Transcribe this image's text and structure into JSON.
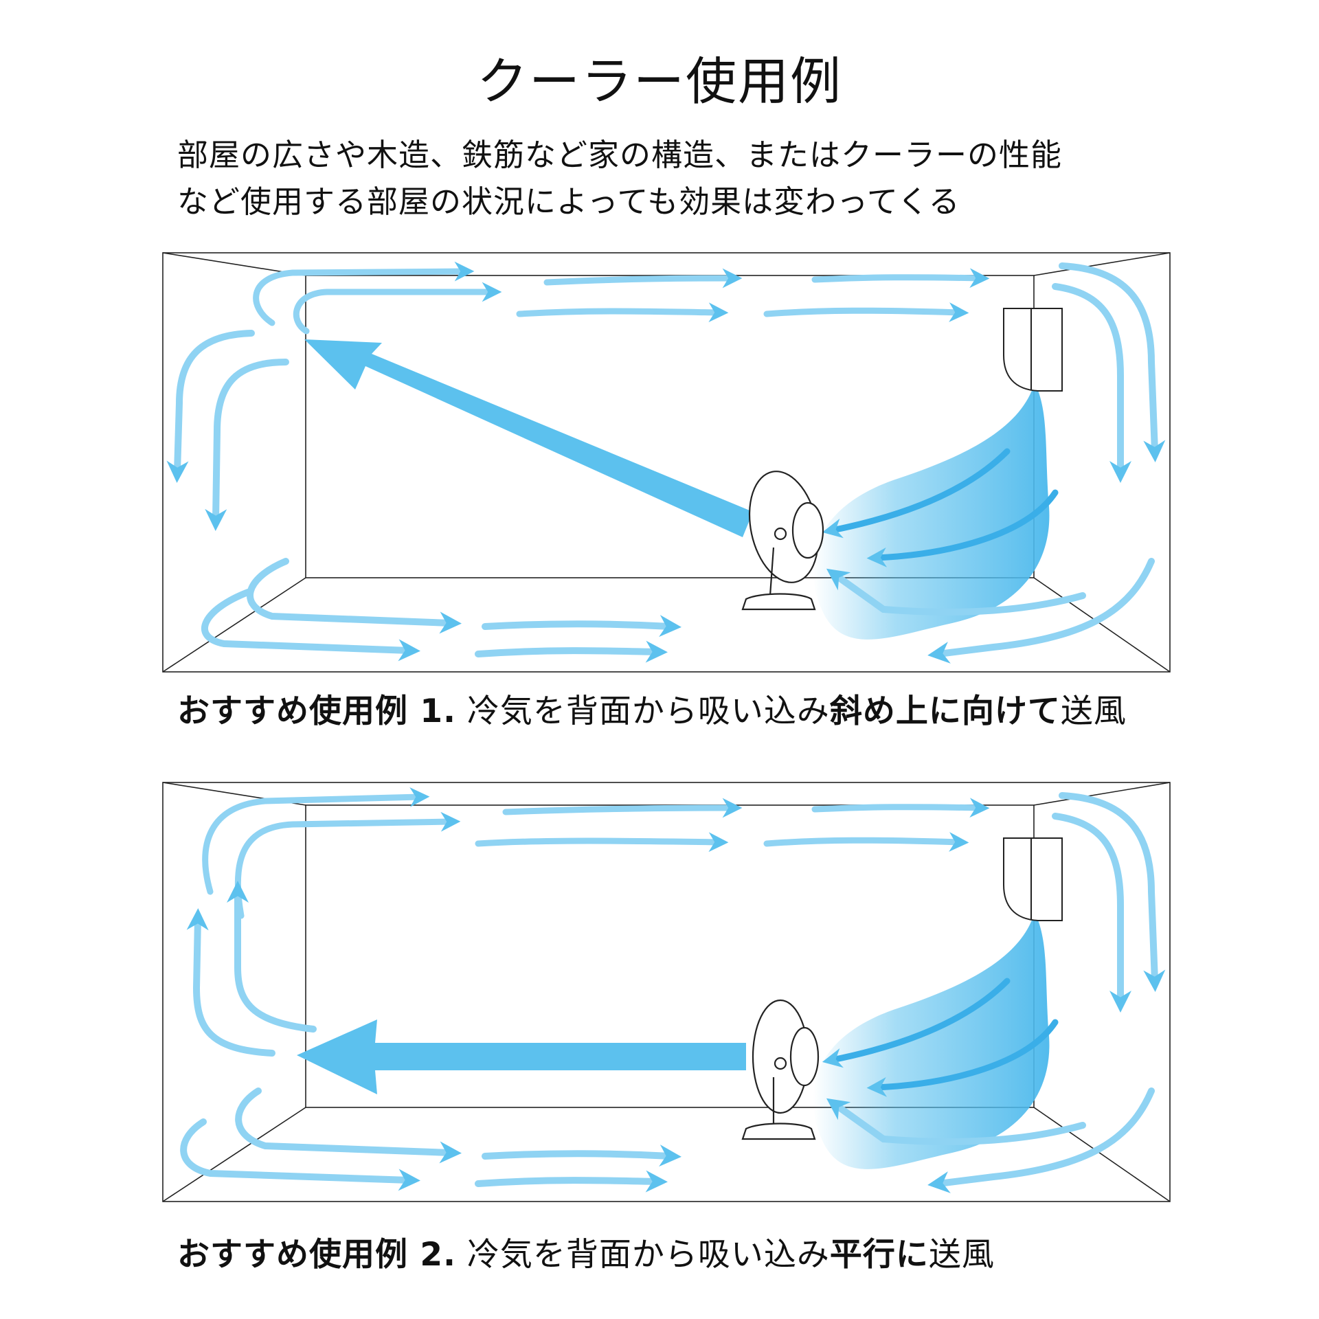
{
  "title": "クーラー使用例",
  "intro": {
    "line1": "部屋の広さや木造、鉄筋など家の構造、またはクーラーの性能",
    "line2": "など使用する部屋の状況によっても効果は変わってくる"
  },
  "captions": [
    {
      "lead": "おすすめ使用例 1.",
      "text_a": " 冷気を背面から吸い込み",
      "emphasis": "斜め上に向けて",
      "text_b": "送風"
    },
    {
      "lead": "おすすめ使用例 2.",
      "text_a": " 冷気を背面から吸い込み",
      "emphasis": "平行に",
      "text_b": "送風"
    }
  ],
  "colors": {
    "airflow": "#5cc1ee",
    "airflow_light": "#8fd3f3",
    "line": "#222222"
  },
  "icons": [
    "air-conditioner-icon",
    "circulator-fan-icon",
    "airflow-arrow-icon"
  ]
}
